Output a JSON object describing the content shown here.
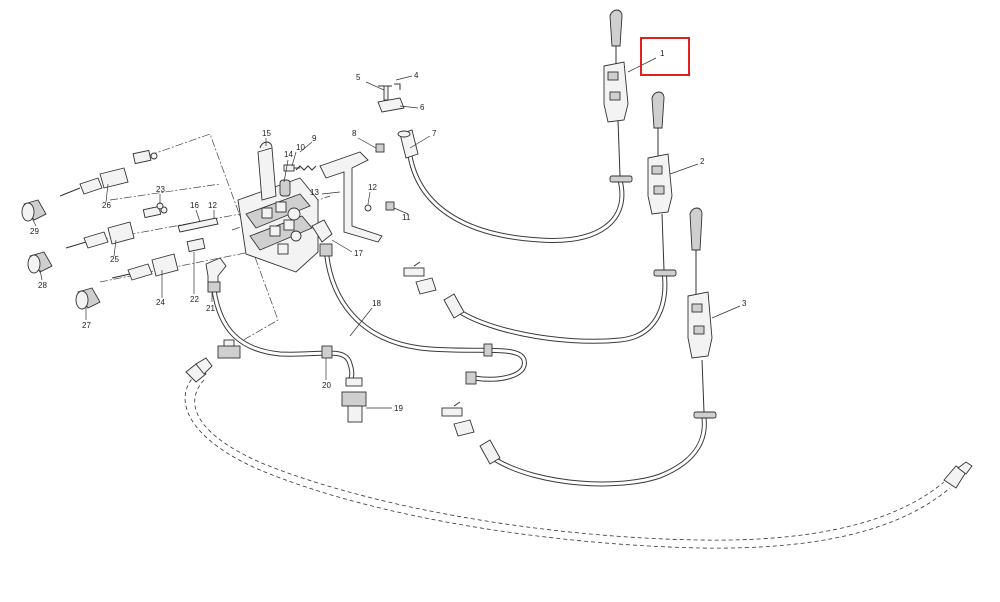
{
  "diagram": {
    "callouts": [
      "1",
      "2",
      "3",
      "4",
      "5",
      "6",
      "7",
      "8",
      "9",
      "10",
      "11",
      "12",
      "12",
      "13",
      "14",
      "15",
      "16",
      "17",
      "18",
      "19",
      "20",
      "21",
      "22",
      "23",
      "24",
      "25",
      "26",
      "27",
      "28",
      "29"
    ],
    "highlight": {
      "label": "1",
      "color": "#e02020"
    },
    "colors": {
      "line": "#333333",
      "background": "#ffffff"
    }
  }
}
